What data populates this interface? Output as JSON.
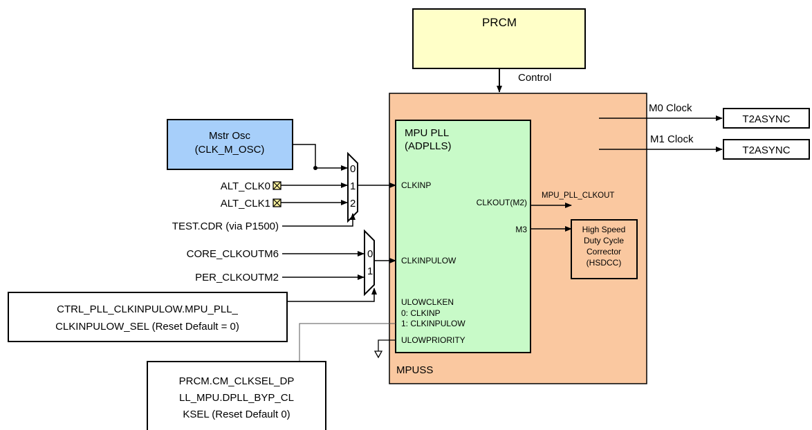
{
  "prcm": {
    "label": "PRCM",
    "control_label": "Control"
  },
  "mpuss": {
    "label": "MPUSS"
  },
  "mpu_pll": {
    "title_line1": "MPU PLL",
    "title_line2": "(ADPLLS)",
    "clkinp": "CLKINP",
    "clkout": "CLKOUT(M2)",
    "m3": "M3",
    "clkinpulow": "CLKINPULOW",
    "ulowclken": "ULOWCLKEN",
    "ulowclken_opt0": "0: CLKINP",
    "ulowclken_opt1": "1: CLKINPULOW",
    "ulowpriority": "ULOWPRIORITY",
    "clkout_signal": "MPU_PLL_CLKOUT"
  },
  "hsdcc": {
    "line1": "High Speed",
    "line2": "Duty Cycle",
    "line3": "Corrector",
    "line4": "(HSDCC)"
  },
  "outputs": [
    {
      "clock_label": "M0 Clock",
      "target": "T2ASYNC"
    },
    {
      "clock_label": "M1 Clock",
      "target": "T2ASYNC"
    }
  ],
  "mstr_osc": {
    "line1": "Mstr Osc",
    "line2": "(CLK_M_OSC)",
    "color": "#a7cffa"
  },
  "mux1": {
    "inputs": [
      "0",
      "1",
      "2"
    ]
  },
  "mux2": {
    "inputs": [
      "0",
      "1"
    ]
  },
  "inputs": {
    "alt_clk0": "ALT_CLK0",
    "alt_clk1": "ALT_CLK1",
    "test_cdr": "TEST.CDR (via P1500)",
    "core_clkoutm6": "CORE_CLKOUTM6",
    "per_clkoutm2": "PER_CLKOUTM2"
  },
  "ctrl_box": {
    "line1": "CTRL_PLL_CLKINPULOW.MPU_PLL_",
    "line2": "CLKINPULOW_SEL (Reset Default = 0)"
  },
  "prcm_box": {
    "line1": "PRCM.CM_CLKSEL_DP",
    "line2": "LL_MPU.DPLL_BYP_CL",
    "line3": "KSEL (Reset Default 0)"
  },
  "colors": {
    "prcm_fill": "#ffffc8",
    "mpuss_fill": "#fac8a0",
    "pll_fill": "#c8fac8",
    "pad_fill": "#fff5a0"
  }
}
